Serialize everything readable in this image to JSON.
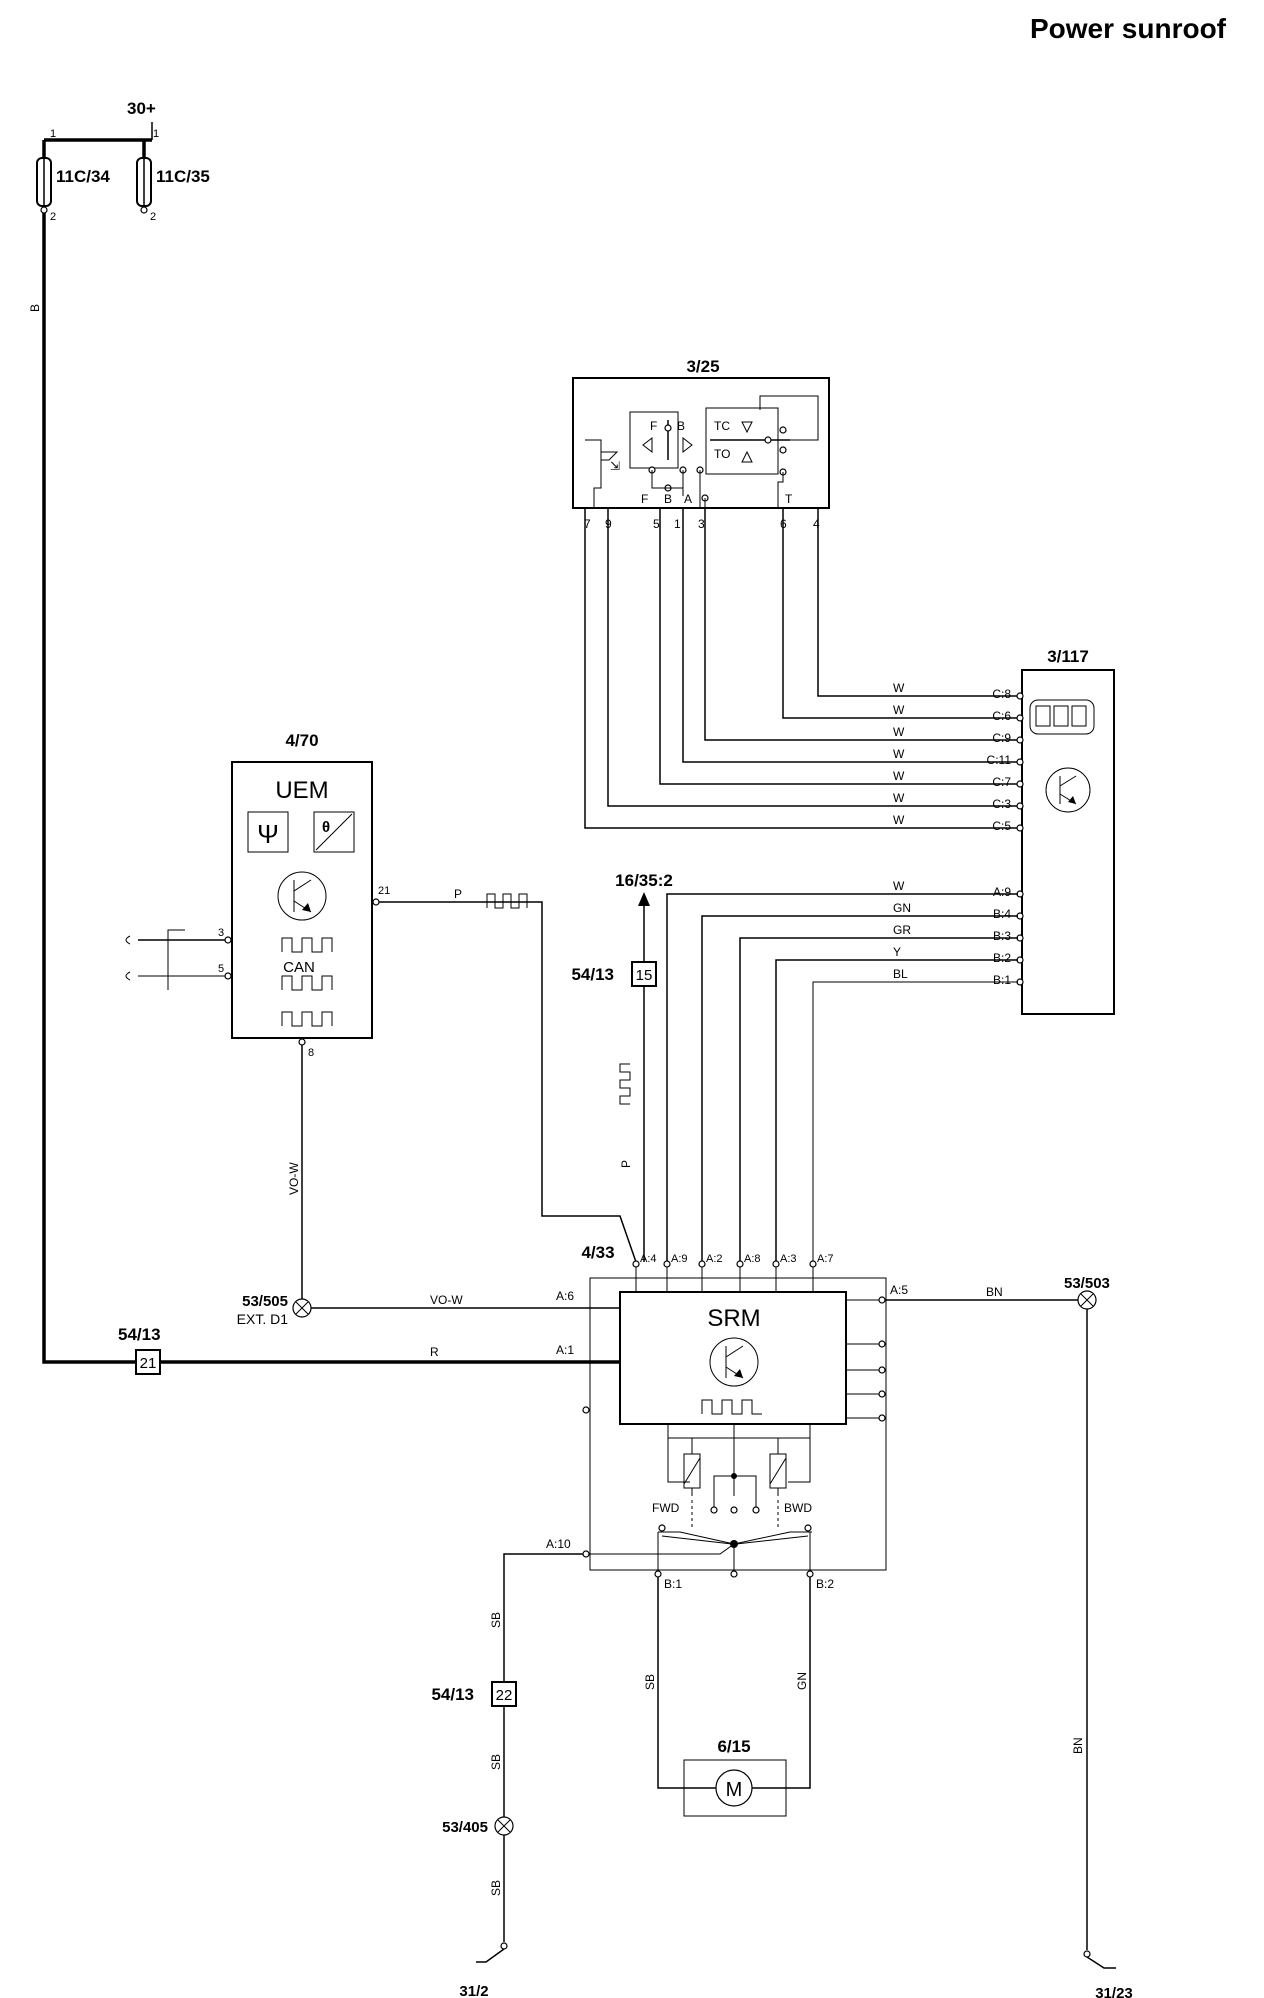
{
  "title": "Power sunroof",
  "supply": {
    "label": "30+",
    "pin1a": "1",
    "pin1b": "1"
  },
  "fuses": [
    {
      "id": "11C/34",
      "pin_top": "1",
      "pin_bottom": "2"
    },
    {
      "id": "11C/35",
      "pin_top": "1",
      "pin_bottom": "2"
    }
  ],
  "sunroof_switch": {
    "id": "3/25",
    "inner": {
      "f": "F",
      "b": "B",
      "tc": "TC",
      "to": "TO"
    },
    "terminals": {
      "f": "F",
      "b": "B",
      "a": "A",
      "t": "T"
    },
    "pins": [
      "7",
      "9",
      "5",
      "1",
      "3",
      "6",
      "4"
    ]
  },
  "roof_console": {
    "id": "3/117",
    "pins_c": [
      "C:8",
      "C:6",
      "C:9",
      "C:11",
      "C:7",
      "C:3",
      "C:5"
    ],
    "wires_c": [
      "W",
      "W",
      "W",
      "W",
      "W",
      "W",
      "W"
    ],
    "pins_ab": [
      "A:9",
      "B:4",
      "B:3",
      "B:2",
      "B:1"
    ],
    "wires_ab": [
      "W",
      "GN",
      "GR",
      "Y",
      "BL"
    ]
  },
  "uem": {
    "id": "4/70",
    "name": "UEM",
    "theta": "θ",
    "can": "CAN",
    "pin_out": "21",
    "pin_can_h": "3",
    "pin_can_l": "5",
    "pin_gnd": "8",
    "wire_out": "P"
  },
  "srm": {
    "id": "4/33",
    "name": "SRM",
    "top_pins": [
      "A:4",
      "A:9",
      "A:2",
      "A:8",
      "A:3",
      "A:7"
    ],
    "pin_a6": "A:6",
    "pin_a1": "A:1",
    "pin_a5": "A:5",
    "pin_a10": "A:10",
    "pin_b1": "B:1",
    "pin_b2": "B:2",
    "fwd": "FWD",
    "bwd": "BWD"
  },
  "ref_16": "16/35:2",
  "splice_15": {
    "conn": "54/13",
    "num": "15",
    "wire": "P"
  },
  "splice_21": {
    "conn": "54/13",
    "num": "21",
    "wire": "R"
  },
  "splice_22": {
    "conn": "54/13",
    "num": "22"
  },
  "wire_b": "B",
  "gnd_505": {
    "id": "53/505",
    "sub": "EXT. D1",
    "wire": "VO-W",
    "wire_h": "VO-W"
  },
  "gnd_503": {
    "id": "53/503",
    "wire": "BN",
    "wire_v": "BN"
  },
  "gnd_405": {
    "id": "53/405"
  },
  "wire_sb": [
    "SB",
    "SB",
    "SB"
  ],
  "motor": {
    "id": "6/15",
    "symbol": "M",
    "wire_l": "SB",
    "wire_r": "GN"
  },
  "bottom_refs": [
    "31/2",
    "31/23"
  ]
}
